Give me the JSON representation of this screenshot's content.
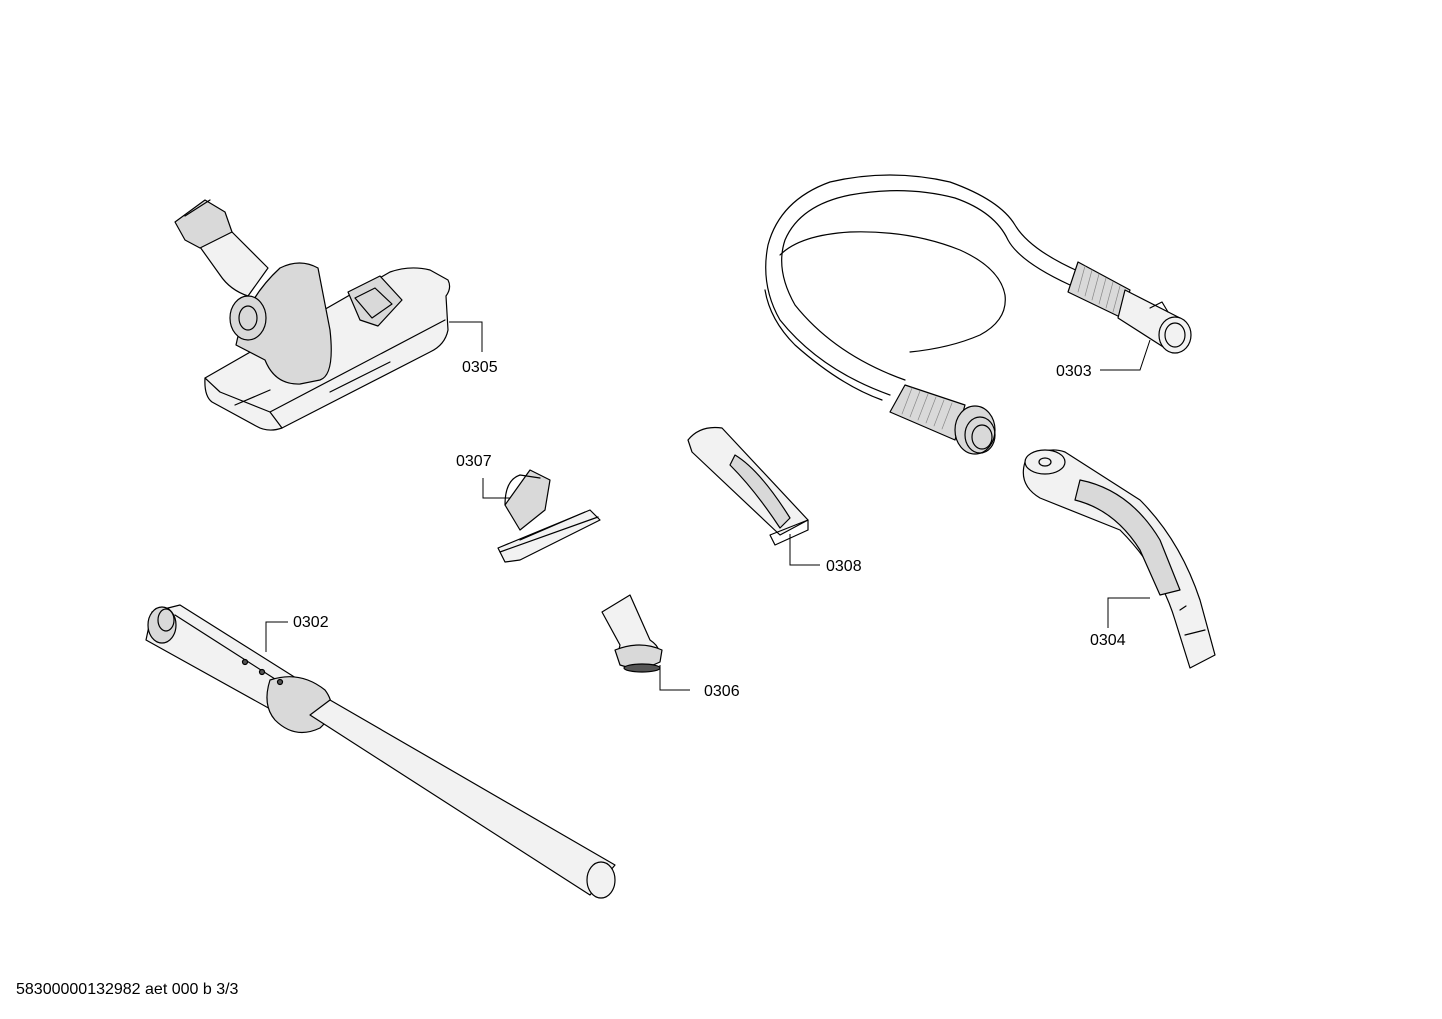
{
  "parts": [
    {
      "id": "0305",
      "label": "0305"
    },
    {
      "id": "0303",
      "label": "0303"
    },
    {
      "id": "0307",
      "label": "0307"
    },
    {
      "id": "0308",
      "label": "0308"
    },
    {
      "id": "0304",
      "label": "0304"
    },
    {
      "id": "0302",
      "label": "0302"
    },
    {
      "id": "0306",
      "label": "0306"
    }
  ],
  "footer": "58300000132982 aet 000 b 3/3"
}
